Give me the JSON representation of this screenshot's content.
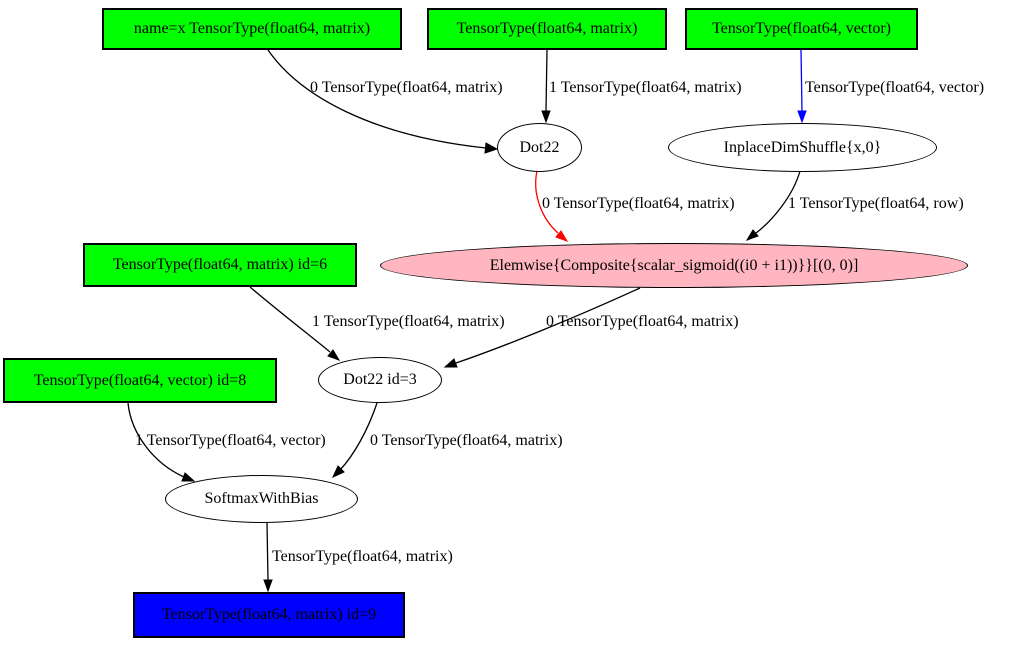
{
  "diagram": {
    "type": "computation-graph",
    "nodes": {
      "input_x": "name=x TensorType(float64, matrix)",
      "input_matrix": "TensorType(float64, matrix)",
      "input_vector": "TensorType(float64, vector)",
      "dot22": "Dot22",
      "dimshuffle": "InplaceDimShuffle{x,0}",
      "elemwise": "Elemwise{Composite{scalar_sigmoid((i0 + i1))}}[(0, 0)]",
      "input_id6": "TensorType(float64, matrix) id=6",
      "input_id8": "TensorType(float64, vector) id=8",
      "dot22_id3": "Dot22 id=3",
      "softmax": "SoftmaxWithBias",
      "output_id9": "TensorType(float64, matrix) id=9"
    },
    "edge_labels": {
      "x_to_dot22": "0 TensorType(float64, matrix)",
      "matrix_to_dot22": "1 TensorType(float64, matrix)",
      "vector_to_dimshuffle": "TensorType(float64, vector)",
      "dot22_to_elemwise": "0 TensorType(float64, matrix)",
      "dimshuffle_to_elemwise": "1 TensorType(float64, row)",
      "id6_to_dot3": "1 TensorType(float64, matrix)",
      "elemwise_to_dot3": "0 TensorType(float64, matrix)",
      "id8_to_softmax": "1 TensorType(float64, vector)",
      "dot3_to_softmax": "0 TensorType(float64, matrix)",
      "softmax_to_output": "TensorType(float64, matrix)"
    },
    "colors": {
      "input_fill": "#00ff00",
      "elemwise_fill": "#ffb6c1",
      "output_fill": "#0000ff",
      "op_fill": "#ffffff",
      "node_border": "#000000",
      "text": "#000000",
      "edge_black": "#000000",
      "edge_red": "#ff0000",
      "edge_blue": "#0000ff"
    }
  }
}
